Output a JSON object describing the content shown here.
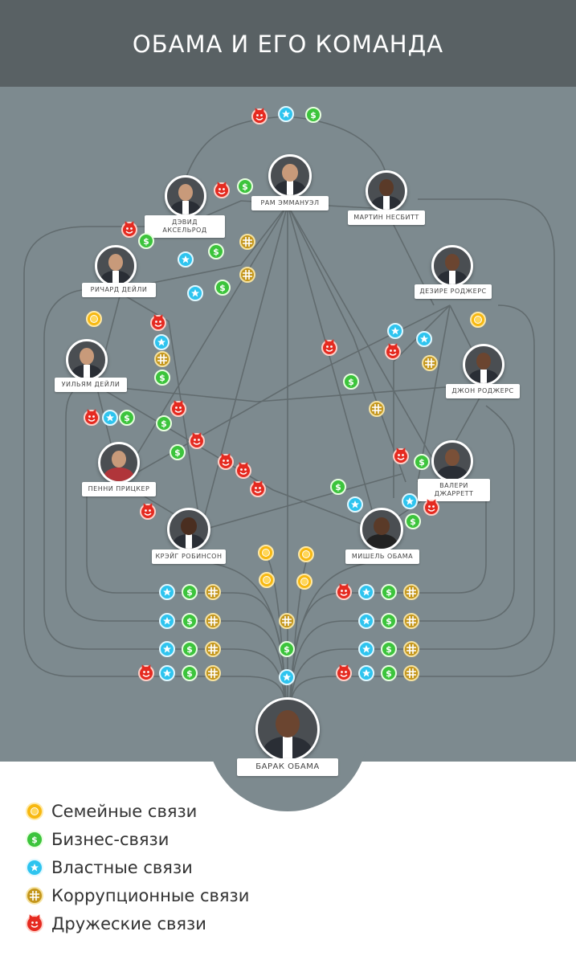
{
  "title": "ОБАМА И ЕГО КОМАНДА",
  "colors": {
    "header": "#596164",
    "board": "#7d8a8f",
    "family": "#f7b810",
    "business": "#3cc43c",
    "power": "#2ec4ef",
    "corruption": "#c4961c",
    "friendly": "#e52a20"
  },
  "people": {
    "axelrod": "ДЭВИД\nАКСЕЛЬРОД",
    "emanuel": "РАМ ЭММАНУЭЛ",
    "nesbitt": "МАРТИН НЕСБИТТ",
    "richard_daley": "РИЧАРД ДЕЙЛИ",
    "desiree_rogers": "ДЕЗИРЕ РОДЖЕРС",
    "william_daley": "УИЛЬЯМ ДЕЙЛИ",
    "john_rogers": "ДЖОН РОДЖЕРС",
    "pritzker": "ПЕННИ ПРИЦКЕР",
    "jarrett": "ВАЛЕРИ\nДЖАРРЕТТ",
    "robinson": "КРЭЙГ РОБИНСОН",
    "michelle": "МИШЕЛЬ ОБАМА",
    "barack": "БАРАК ОБАМА"
  },
  "legend": [
    {
      "type": "family",
      "label": "Семейные связи"
    },
    {
      "type": "business",
      "label": "Бизнес-связи"
    },
    {
      "type": "power",
      "label": "Властные связи"
    },
    {
      "type": "corruption",
      "label": "Коррупционные связи"
    },
    {
      "type": "friendly",
      "label": "Дружеские связи"
    }
  ]
}
